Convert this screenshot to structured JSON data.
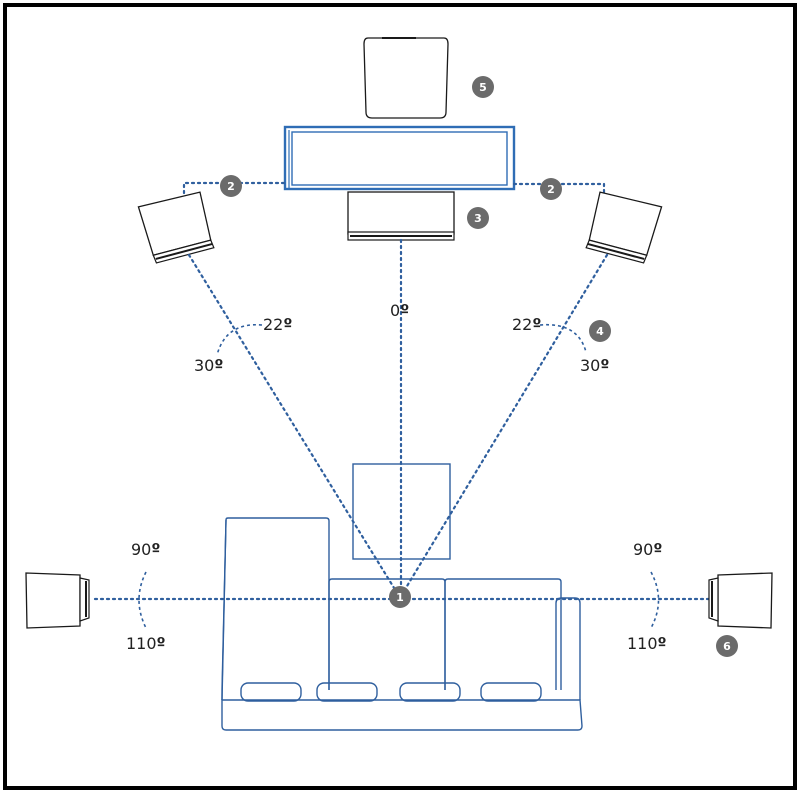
{
  "labels": {
    "front_left_upper": "22",
    "front_left_lower": "30",
    "center": "0",
    "front_right_upper": "22",
    "front_right_lower": "30",
    "side_left_upper": "90",
    "side_left_lower": "110",
    "side_right_upper": "90",
    "side_right_lower": "110",
    "degree_symbol": "º"
  },
  "badges": {
    "listener": "1",
    "front_left": "2",
    "front_right": "2",
    "center_speaker": "3",
    "front_right_angle": "4",
    "subwoofer": "5",
    "surround_right": "6"
  },
  "colors": {
    "line": "#2f5f9e",
    "tv": "#2f6db5",
    "badge": "#6b6b6b",
    "frame": "#000000"
  }
}
